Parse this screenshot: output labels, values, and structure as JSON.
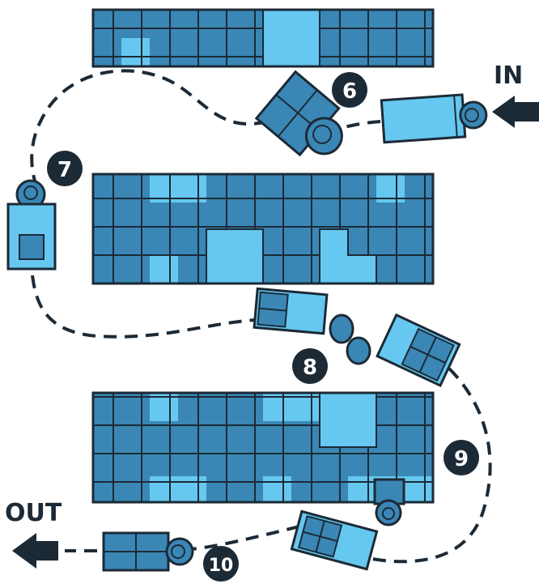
{
  "labels": {
    "in": "IN",
    "out": "OUT"
  },
  "stations": [
    "6",
    "7",
    "8",
    "9",
    "10"
  ],
  "colors": {
    "dark_blue": "#3a87b5",
    "light_blue": "#66c8f0",
    "outline": "#1c2a36",
    "background": "#ffffff"
  }
}
